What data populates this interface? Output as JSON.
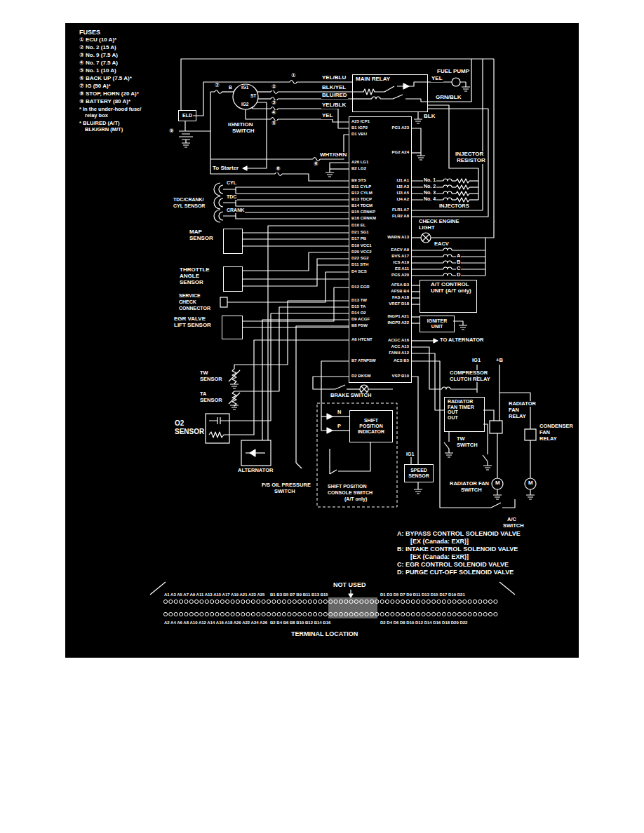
{
  "diagram": {
    "nodes": [
      {
        "text": [
          "ELD"
        ]
      },
      {
        "text": [
          "MAIN RELAY"
        ]
      },
      {
        "text": [
          "A25 ICP1",
          "B1 IGP2",
          "D1 VBU",
          "A26 LG1",
          "B2 LG2",
          "B9 STS",
          "B11 CYLP",
          "B12 CYLM",
          "B13 TDCP",
          "B14 TDCM",
          "B15 CRNKP",
          "B16 CRNKM",
          "D10 EL",
          "D21 SG1",
          "D17 PB",
          "D19 VCC1",
          "D20 VCC2",
          "D22 SG2",
          "D11 STH",
          "D4 SCS",
          "D12 EGR",
          "D13 TW",
          "D15 TA",
          "D14 O2",
          "D9 ACGF",
          "B8 PSW",
          "A6 HTCNT",
          "B7 ATNPSW",
          "D2 BKSW",
          "PG1 A23",
          "PG2 A24",
          "IJ1 A1",
          "IJ2 A3",
          "IJ3 A5",
          "IJ4 A2",
          "FLR1 A7",
          "FLR2 A8",
          "WARN A13",
          "EACV A9",
          "BVS A17",
          "ICS A19",
          "ES A11",
          "PGS A20",
          "AFSA B3",
          "AFSB B4",
          "FAS A18",
          "VREF D18",
          "INGP1 A21",
          "INGP2 A22",
          "ACGC A16",
          "ACC A15",
          "FANH A12",
          "ACS B5",
          "VSP B10"
        ]
      },
      {
        "text": [
          "MAP SENSOR"
        ]
      },
      {
        "text": [
          "THROTTLE ANGLE SENSOR"
        ]
      },
      {
        "text": [
          "EGR VALVE LIFT SENSOR"
        ]
      },
      {
        "text": [
          "A/T CONTROL UNIT (A/T only)"
        ]
      },
      {
        "text": [
          "IGNITER UNIT"
        ]
      },
      {
        "text": [
          "SHIFT POSITION INDICATOR"
        ]
      },
      {
        "text": [
          "SPEED SENSOR"
        ]
      },
      {
        "text": [
          "RADIATOR FAN TIMER",
          "OUT",
          "OUT"
        ]
      }
    ],
    "edges": [
      {
        "from": 2,
        "to": 6,
        "arrow": "none"
      },
      {
        "from": 2,
        "to": 7,
        "arrow": "none"
      },
      {
        "from": 2,
        "to": 9,
        "arrow": "none"
      },
      {
        "from": 3,
        "to": 2,
        "arrow": "none"
      },
      {
        "from": 4,
        "to": 2,
        "arrow": "none"
      },
      {
        "from": 5,
        "to": 2,
        "arrow": "none"
      }
    ],
    "labels": [
      "FUSES",
      "① ECU (10 A)*",
      "② No. 2 (15 A)",
      "③ No. 9 (7.5 A)",
      "④ No. 7 (7.5 A)",
      "⑤ No. 1 (10 A)",
      "⑥ BACK UP (7.5 A)*",
      "⑦ IG (50 A)*",
      "⑧ STOP, HORN (20 A)*",
      "⑨ BATTERY (80 A)*",
      "* In the under-hood fuse/",
      "relay box",
      "* BLU/RED (A/T)",
      "BLK/GRN (M/T)",
      "①",
      "⑦",
      "②",
      "③",
      "④",
      "⑤",
      "⑥",
      "⑧",
      "⑨",
      "YEL/BLU",
      "BLK/YEL",
      "BLU/RED",
      "YEL/BLK",
      "YEL",
      "FUEL PUMP",
      "YEL",
      "GRN/BLK",
      "BLK",
      "IG1",
      "B",
      "ST",
      "IG2",
      "IGNITION",
      "SWITCH",
      "WHT/GRN",
      "To Starter",
      "INJECTOR",
      "RESISTOR",
      "No. 1",
      "No. 2",
      "No. 3",
      "No. 4",
      "INJECTORS",
      "CHECK ENGINE",
      "LIGHT",
      "EACV",
      "A",
      "B",
      "C",
      "D",
      "CYL",
      "TDC",
      "CRANK",
      "TDC/CRANK/",
      "CYL SENSOR",
      "SERVICE",
      "CHECK",
      "CONNECTOR",
      "TW",
      "SENSOR",
      "TA",
      "SENSOR",
      "O2",
      "SENSOR",
      "ALTERNATOR",
      "P/S OIL PRESSURE",
      "SWITCH",
      "BRAKE SWITCH",
      "N",
      "P",
      "SHIFT POSITION",
      "CONSOLE SWITCH",
      "(A/T only)",
      "IG1",
      "TO ALTERNATOR",
      "COMPRESSOR",
      "CLUTCH RELAY",
      "IG1",
      "+B",
      "RADIATOR",
      "FAN",
      "RELAY",
      "CONDENSER",
      "FAN",
      "RELAY",
      "TW",
      "SWITCH",
      "RADIATOR FAN",
      "SWITCH",
      "A/C",
      "SWITCH",
      "M",
      "M",
      "A: BYPASS CONTROL SOLENOID VALVE",
      "[EX (Canada: EXR)]",
      "B: INTAKE CONTROL SOLENOID VALVE",
      "[EX (Canada: EXR)]",
      "C: EGR CONTROL SOLENOID VALVE",
      "D: PURGE CUT-OFF SOLENOID VALVE",
      "NOT USED",
      "A1 A3 A5 A7 A9 A11 A13 A15 A17 A19 A21 A23 A25",
      "B1 B3 B5 B7 B9 B11 B13 B15",
      "D1 D3 D5 D7 D9 D11 D13 D15 D17 D19 D21",
      "A2 A4 A6 A8 A10 A12 A14 A16 A18 A20 A22 A24 A26",
      "B2 B4 B6 B8 B10 B12 B14 B16",
      "D2 D4 D6 D8 D10 D12 D14 D16 D18 D20 D22",
      "TERMINAL LOCATION"
    ]
  }
}
